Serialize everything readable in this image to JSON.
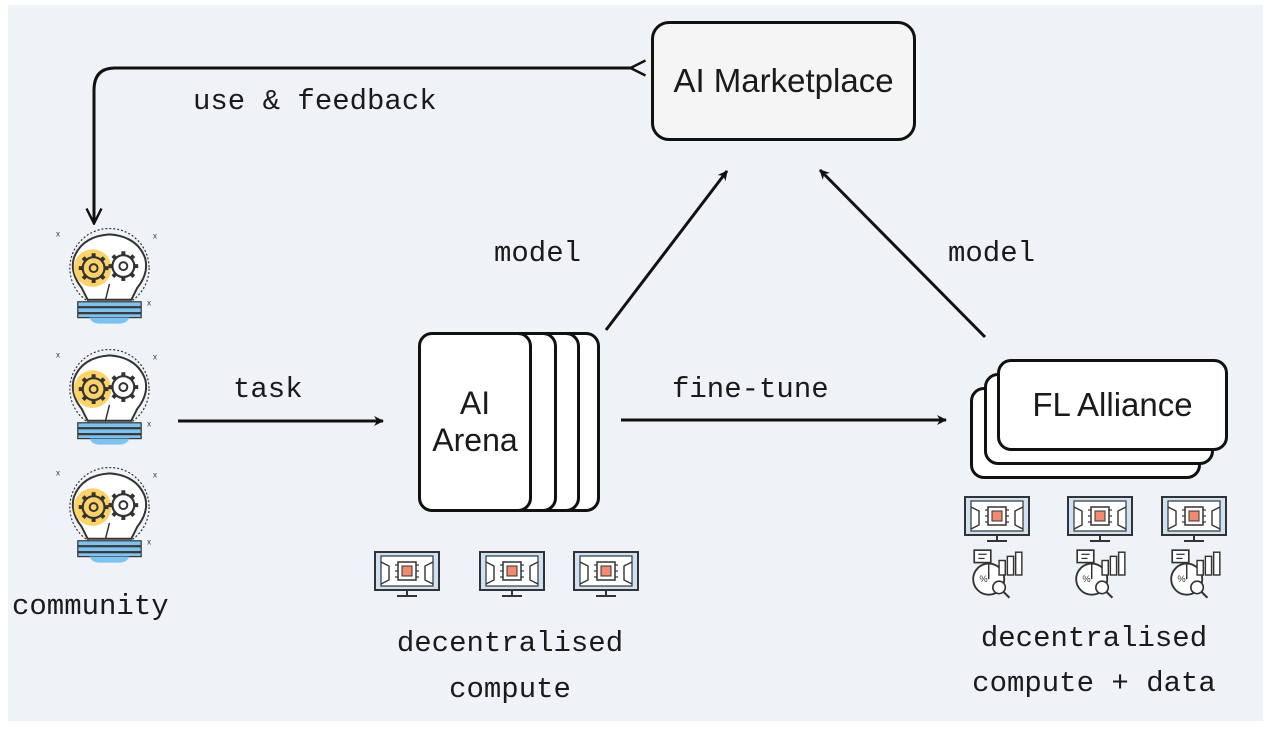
{
  "nodes": {
    "marketplace": "AI Marketplace",
    "arena_line1": "AI",
    "arena_line2": "Arena",
    "fl_alliance": "FL Alliance"
  },
  "labels": {
    "use_feedback": "use & feedback",
    "model_left": "model",
    "model_right": "model",
    "task": "task",
    "fine_tune": "fine-tune",
    "community": "community",
    "dc_line1": "decentralised",
    "dc_line2": "compute",
    "dcd_line1": "decentralised",
    "dcd_line2": "compute + data"
  },
  "icons": {
    "community": "lightbulb-gears-icon",
    "compute": "computer-chip-icon",
    "data": "data-analytics-icon"
  },
  "colors": {
    "background": "#eff3f8",
    "marketplace_fill": "#f5f5f5",
    "bulb_accent": "#fdd268",
    "bulb_base": "#7ec3ef",
    "chip": "#f08a70"
  }
}
